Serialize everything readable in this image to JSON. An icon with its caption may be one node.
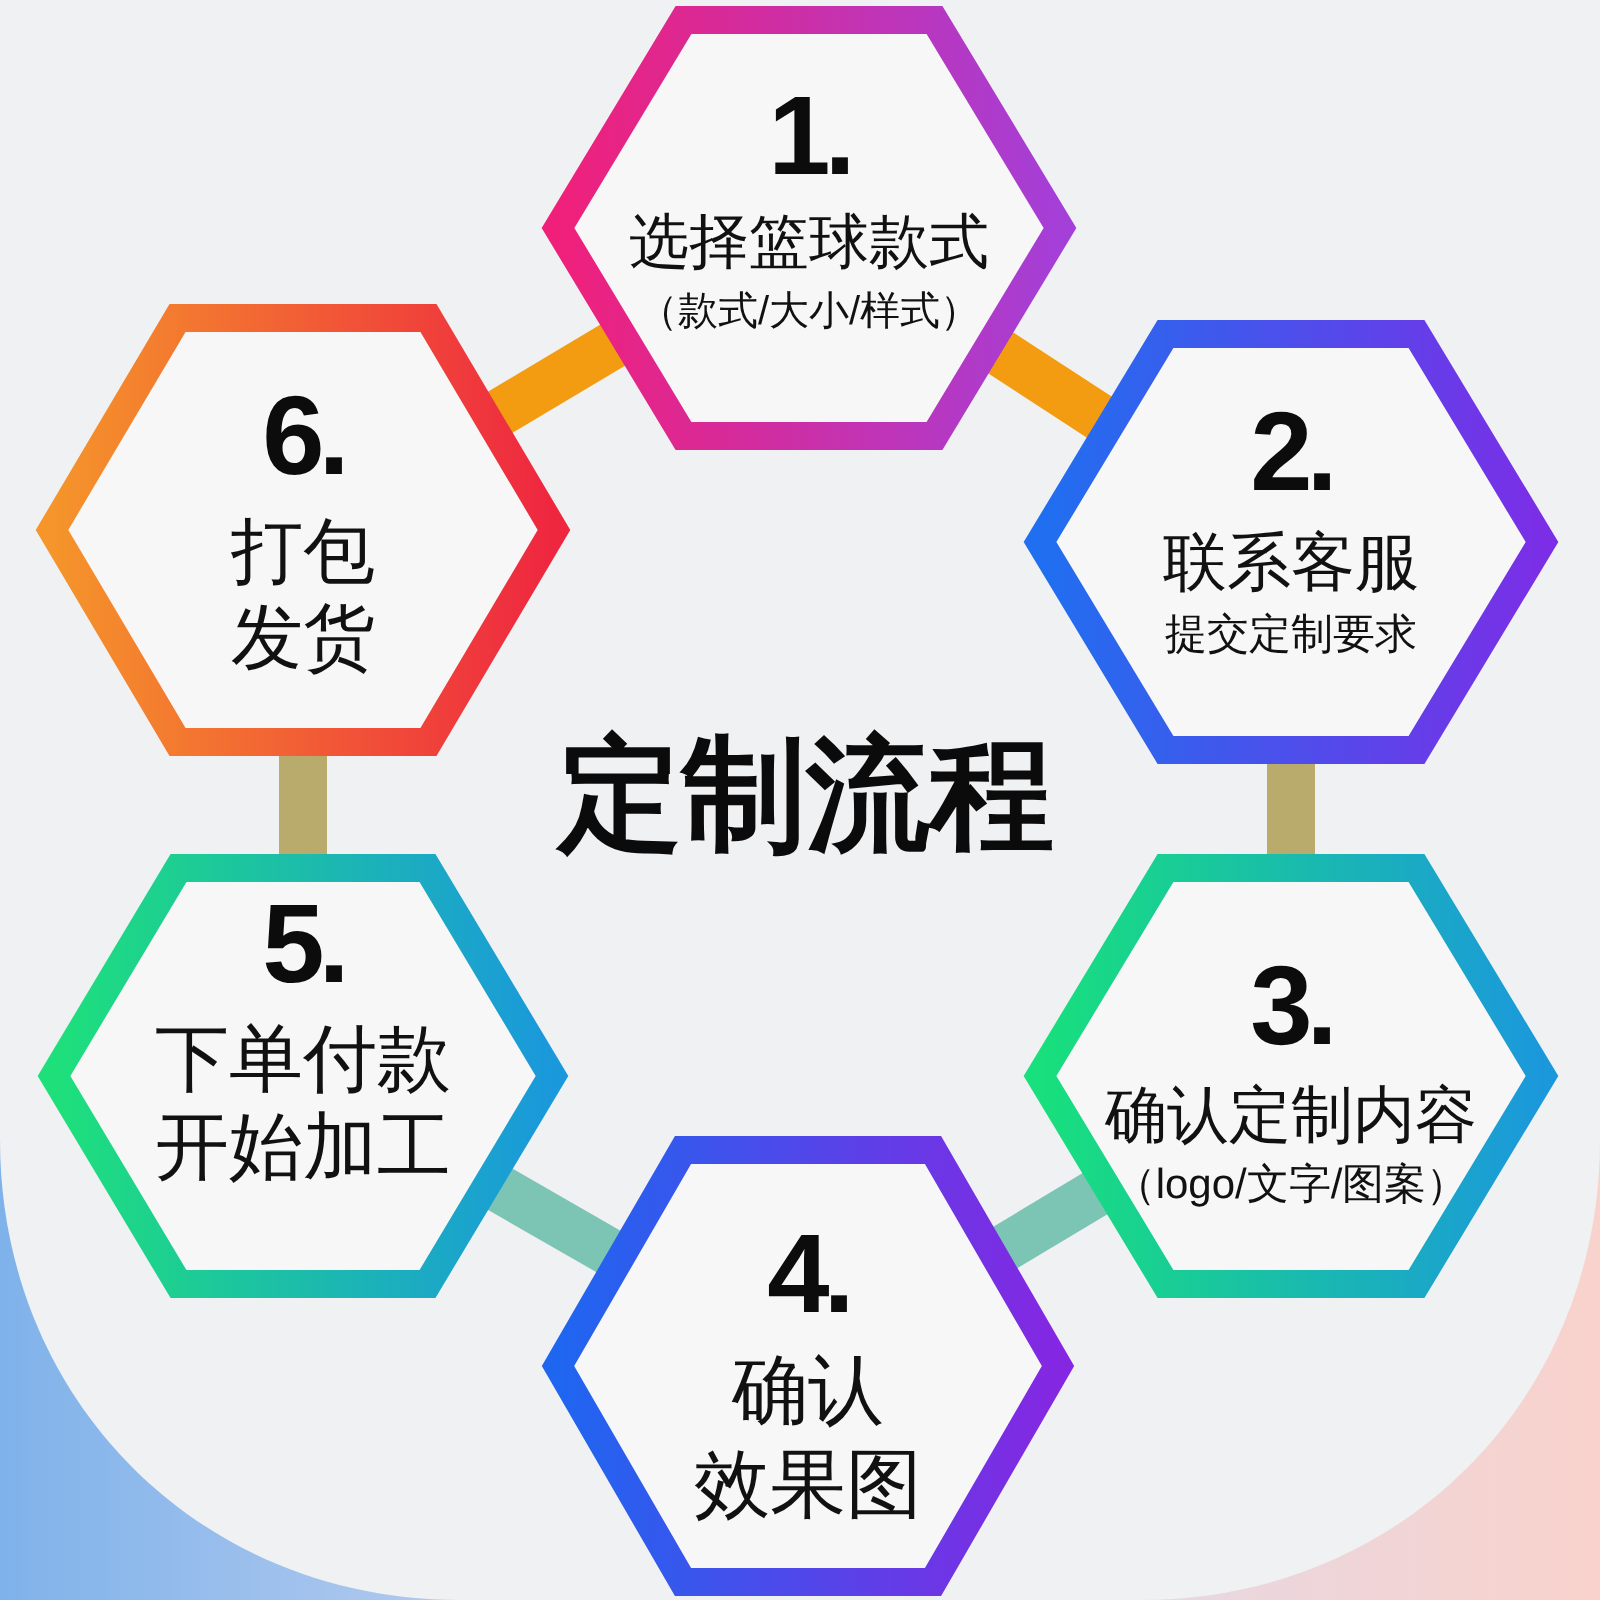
{
  "diagram": {
    "title": "定制流程",
    "nodes": [
      {
        "text": [
          "1.",
          "选择篮球款式",
          "（款式/大小/样式）"
        ]
      },
      {
        "text": [
          "2.",
          "联系客服",
          "提交定制要求"
        ]
      },
      {
        "text": [
          "3.",
          "确认定制内容",
          "（logo/文字/图案）"
        ]
      },
      {
        "text": [
          "4.",
          "确认效果图"
        ]
      },
      {
        "text": [
          "5.",
          "下单付款开始加工"
        ]
      },
      {
        "text": [
          "6.",
          "打包发货"
        ]
      }
    ],
    "edges": [
      {
        "from": 0,
        "to": 1,
        "arrow": "none",
        "color": "#f39c12"
      },
      {
        "from": 1,
        "to": 2,
        "arrow": "none",
        "color": "#b8ab6b"
      },
      {
        "from": 2,
        "to": 3,
        "arrow": "none",
        "color": "#7cc5b5"
      },
      {
        "from": 3,
        "to": 4,
        "arrow": "none",
        "color": "#7cc5b5"
      },
      {
        "from": 4,
        "to": 5,
        "arrow": "none",
        "color": "#b8ab6b"
      },
      {
        "from": 5,
        "to": 0,
        "arrow": "none",
        "color": "#f39c12"
      }
    ]
  }
}
